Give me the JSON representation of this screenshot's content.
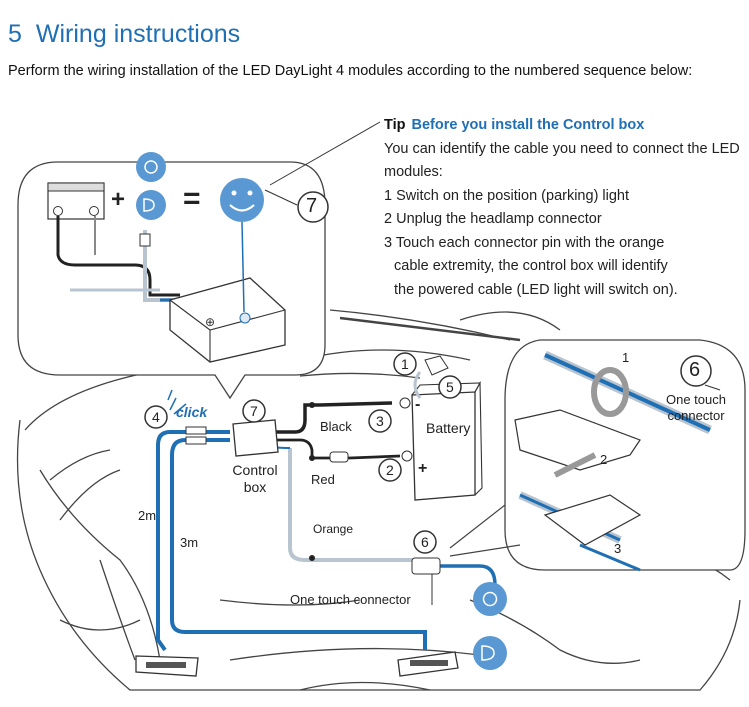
{
  "header": {
    "section_number": "5",
    "title": "Wiring instructions",
    "subtitle": "Perform the wiring installation of the LED DayLight 4 modules according to the numbered sequence below:"
  },
  "tip": {
    "label": "Tip",
    "title": "Before you install the Control box",
    "intro": "You can identify the cable you need to connect the LED modules:",
    "steps": [
      "1 Switch on the position (parking) light",
      "2 Unplug the headlamp connector",
      "3 Touch each connector pin with the orange",
      "cable extremity, the control box will identify",
      "the powered cable (LED light will switch on)."
    ]
  },
  "diagram": {
    "step_numbers": [
      "1",
      "2",
      "3",
      "4",
      "5",
      "6",
      "7"
    ],
    "labels": {
      "black": "Black",
      "red": "Red",
      "orange": "Orange",
      "battery": "Battery",
      "control_box_line1": "Control",
      "control_box_line2": "box",
      "one_touch_connector": "One touch connector",
      "one_touch_line1": "One touch",
      "one_touch_line2": "connector",
      "length_2m": "2m",
      "length_3m": "3m",
      "click": "click",
      "plus": "+",
      "minus": "-",
      "equals": "=",
      "detail_1": "1",
      "detail_2": "2",
      "detail_3": "3"
    },
    "colors": {
      "accent_blue": "#1f6fb5",
      "cable_blue": "#1f6fb5",
      "cable_grey": "#b8c4cf",
      "line": "#333333",
      "icon_fill": "#5a98d3"
    },
    "icons": [
      "position-light-icon",
      "low-beam-icon",
      "smiley-icon"
    ]
  }
}
